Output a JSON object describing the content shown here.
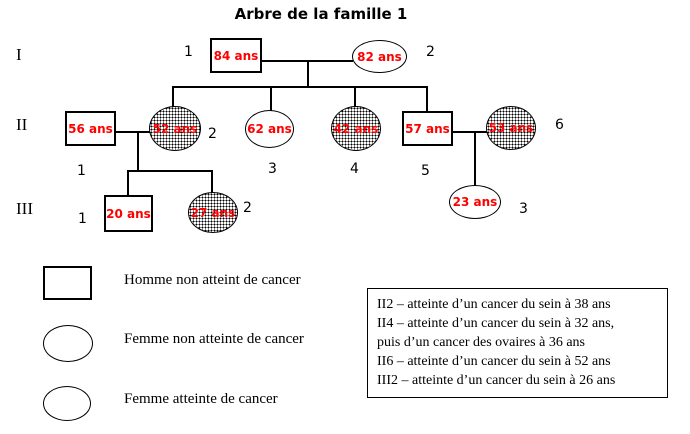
{
  "title": "Arbre de la famille 1",
  "generation_labels": {
    "g1": "I",
    "g2": "II",
    "g3": "III"
  },
  "individuals": {
    "I1": {
      "num": "1",
      "age": "84 ans",
      "type": "male"
    },
    "I2": {
      "num": "2",
      "age": "82 ans",
      "type": "female"
    },
    "II1": {
      "num": "1",
      "age": "56 ans",
      "type": "male"
    },
    "II2": {
      "num": "2",
      "age": "52 ans",
      "type": "female-affected"
    },
    "II3": {
      "num": "3",
      "age": "62 ans",
      "type": "female"
    },
    "II4": {
      "num": "4",
      "age": "42 ans",
      "type": "female-affected"
    },
    "II5": {
      "num": "5",
      "age": "57 ans",
      "type": "male"
    },
    "II6": {
      "num": "6",
      "age": "53 ans",
      "type": "female-affected"
    },
    "III1": {
      "num": "1",
      "age": "20 ans",
      "type": "male"
    },
    "III2": {
      "num": "2",
      "age": "27 ans",
      "type": "female-affected"
    },
    "III3": {
      "num": "3",
      "age": "23 ans",
      "type": "female"
    }
  },
  "legend": {
    "male": "Homme non atteint de cancer",
    "female": "Femme non atteinte de cancer",
    "female_affected": "Femme atteinte de cancer"
  },
  "notes": [
    "II2 – atteinte d’un cancer du sein à 38 ans",
    "II4 – atteinte d’un cancer du sein à 32 ans,",
    "puis d’un cancer des ovaires à 36 ans",
    "II6 – atteinte d’un cancer du sein à 52 ans",
    "III2 – atteinte d’un cancer du sein à 26 ans"
  ],
  "colors": {
    "age_text": "#ff0000",
    "line": "#000000",
    "background": "#ffffff"
  }
}
